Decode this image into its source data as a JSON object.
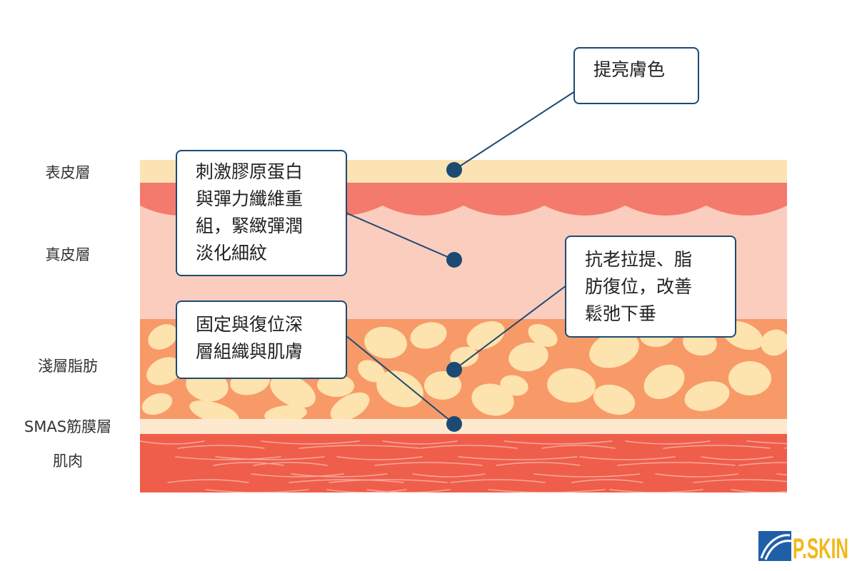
{
  "diagram": {
    "layers": [
      {
        "id": "epidermis",
        "label": "表皮層"
      },
      {
        "id": "dermis",
        "label": "真皮層"
      },
      {
        "id": "fat",
        "label": "淺層脂肪"
      },
      {
        "id": "smas",
        "label": "SMAS筋膜層"
      },
      {
        "id": "muscle",
        "label": "肌肉"
      }
    ],
    "callouts": [
      {
        "id": "brighten",
        "text": "提亮膚色",
        "targets": "epidermis"
      },
      {
        "id": "collagen",
        "text": "刺激膠原蛋白\n與彈力纖維重\n組，緊緻彈潤\n淡化細紋",
        "targets": "dermis"
      },
      {
        "id": "fix",
        "text": "固定與復位深\n層組織與肌膚",
        "targets": "smas"
      },
      {
        "id": "lift",
        "text": "抗老拉提、脂\n肪復位，改善\n鬆弛下垂",
        "targets": "fat"
      }
    ],
    "colors": {
      "epidermis": "#fbe3b4",
      "dermis_top": "#f47a6e",
      "dermis": "#fbcdbf",
      "fat": "#f79a68",
      "fat_cells": "#fde3ad",
      "smas": "#fde9cf",
      "muscle": "#ef5e4b",
      "connector": "#1c4a73"
    }
  },
  "logo": {
    "brand": "P.SKIN",
    "colors": {
      "mark": "#1f5fa8",
      "text": "#f2b81c"
    }
  }
}
